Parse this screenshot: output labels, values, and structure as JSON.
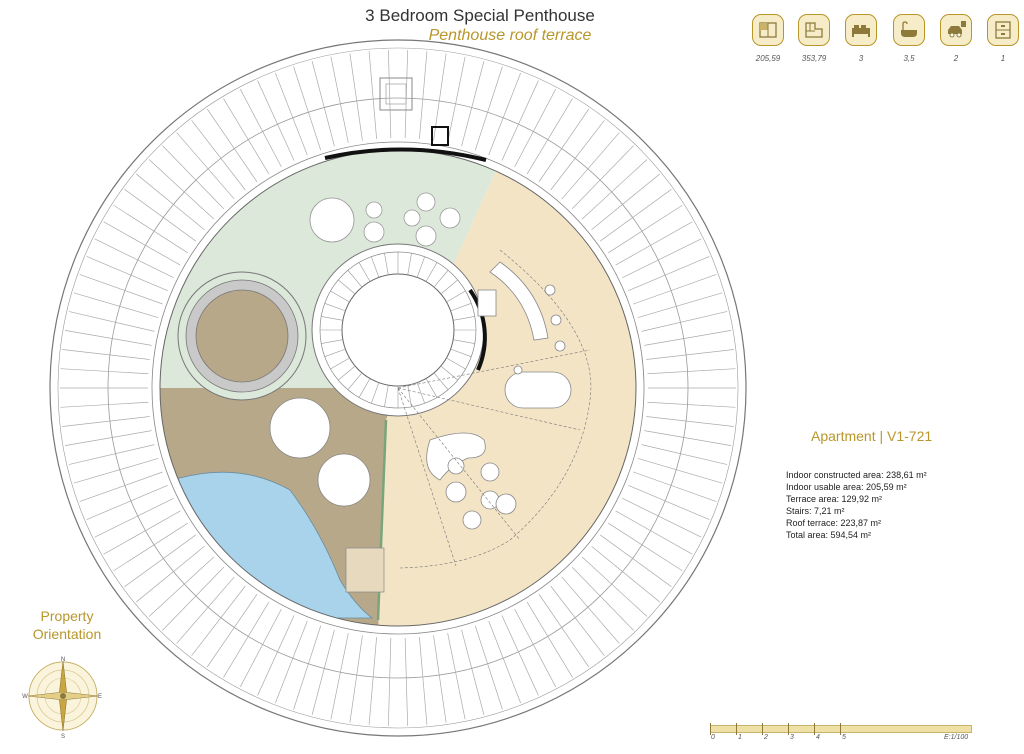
{
  "header": {
    "title": "3 Bedroom Special Penthouse",
    "subtitle": "Penthouse roof terrace"
  },
  "features": [
    {
      "icon": "floor-plan-icon",
      "value": "205,59"
    },
    {
      "icon": "total-area-plan-icon",
      "value": "353,79"
    },
    {
      "icon": "bed-icon",
      "value": "3"
    },
    {
      "icon": "bathtub-icon",
      "value": "3,5"
    },
    {
      "icon": "car-parking-icon",
      "value": "2"
    },
    {
      "icon": "storage-icon",
      "value": "1"
    }
  ],
  "apartment": {
    "title": "Apartment | V1-721",
    "stats": [
      "Indoor constructed area: 238,61  m²",
      "Indoor usable area: 205,59 m²",
      "Terrace area: 129,92  m²",
      "Stairs: 7,21 m²",
      "Roof terrace: 223,87  m²",
      "Total area: 594,54 m²"
    ]
  },
  "orientation": {
    "line1": "Property",
    "line2": "Orientation",
    "n": "N",
    "s": "S",
    "e": "E",
    "w": "W"
  },
  "scale": {
    "labels": [
      "0",
      "1",
      "2",
      "3",
      "4",
      "5"
    ],
    "ratio": "E:1/100"
  },
  "colors": {
    "accent_gold": "#b8962a",
    "terrace_green": "#dce8da",
    "deck_brown": "#b8a88a",
    "living_beige": "#f3e4c6",
    "pool_blue": "#a8d3ea"
  }
}
